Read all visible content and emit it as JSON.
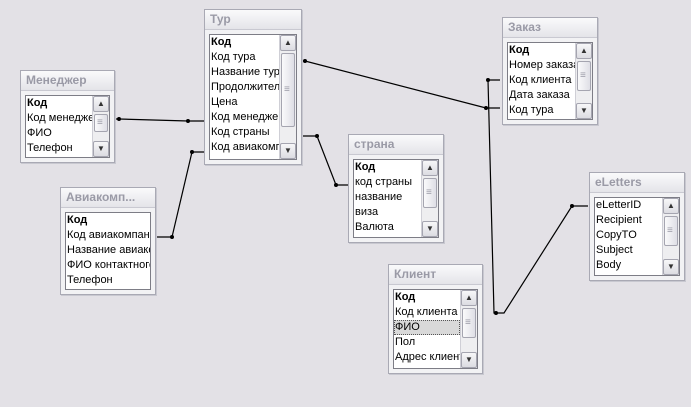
{
  "tables": [
    {
      "key": "tur",
      "title": "Тур",
      "fields": [
        {
          "name": "Код",
          "pk": true
        },
        {
          "name": "Код тура"
        },
        {
          "name": "Название тура"
        },
        {
          "name": "Продолжительность"
        },
        {
          "name": "Цена"
        },
        {
          "name": "Код менеджера"
        },
        {
          "name": "Код страны"
        },
        {
          "name": "Код авиакомпании"
        }
      ]
    },
    {
      "key": "zakaz",
      "title": "Заказ",
      "fields": [
        {
          "name": "Код",
          "pk": true
        },
        {
          "name": "Номер заказа"
        },
        {
          "name": "Код клиента"
        },
        {
          "name": "Дата заказа"
        },
        {
          "name": "Код тура"
        }
      ]
    },
    {
      "key": "menedzher",
      "title": "Менеджер",
      "fields": [
        {
          "name": "Код",
          "pk": true
        },
        {
          "name": "Код менеджера"
        },
        {
          "name": "ФИО"
        },
        {
          "name": "Телефон"
        }
      ]
    },
    {
      "key": "strana",
      "title": "страна",
      "fields": [
        {
          "name": "Код",
          "pk": true
        },
        {
          "name": "код страны"
        },
        {
          "name": "название"
        },
        {
          "name": "виза"
        },
        {
          "name": "Валюта"
        }
      ]
    },
    {
      "key": "aviakomp",
      "title": "Авиакомп...",
      "fields": [
        {
          "name": "Код",
          "pk": true
        },
        {
          "name": "Код авиакомпании"
        },
        {
          "name": "Название авиакомпании"
        },
        {
          "name": "ФИО контактного лица"
        },
        {
          "name": "Телефон"
        }
      ]
    },
    {
      "key": "eletters",
      "title": "eLetters",
      "fields": [
        {
          "name": "eLetterID"
        },
        {
          "name": "Recipient"
        },
        {
          "name": "CopyTO"
        },
        {
          "name": "Subject"
        },
        {
          "name": "Body"
        }
      ]
    },
    {
      "key": "klient",
      "title": "Клиент",
      "fields": [
        {
          "name": "Код",
          "pk": true
        },
        {
          "name": "Код клиента"
        },
        {
          "name": "ФИО",
          "selected": true
        },
        {
          "name": "Пол"
        },
        {
          "name": "Адрес клиента"
        }
      ]
    }
  ],
  "icons": {
    "scroll_up": "scroll-up-arrow-icon",
    "scroll_down": "scroll-down-arrow-icon",
    "grip": "scroll-grip-icon"
  },
  "colors": {
    "canvas": "#e3e1e6",
    "link": "#000000",
    "title_text": "#9a9aa6"
  }
}
